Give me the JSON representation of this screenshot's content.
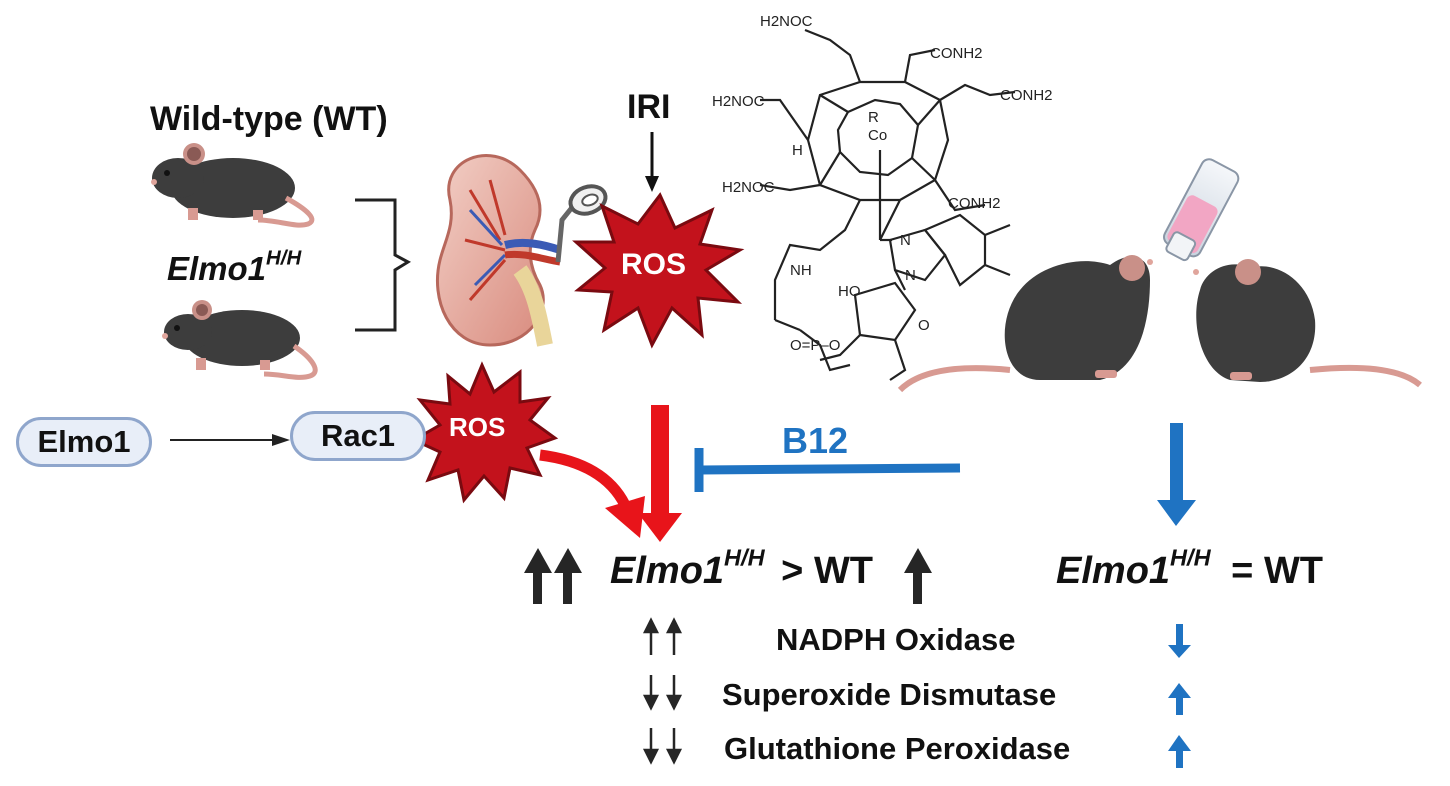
{
  "labels": {
    "wild_type": "Wild-type (WT)",
    "elmo1_name": "Elmo1",
    "hh": "H/H",
    "iri": "IRI",
    "ros_kidney": "ROS",
    "ros_rac": "ROS",
    "b12": "B12",
    "wt": "WT",
    "gt_symbol": ">",
    "eq_symbol": "="
  },
  "pathway": {
    "elmo1": "Elmo1",
    "rac1": "Rac1"
  },
  "enzymes": [
    {
      "name": "NADPH Oxidase",
      "elmo_change": "up",
      "b12_change": "down"
    },
    {
      "name": "Superoxide Dismutase",
      "elmo_change": "down",
      "b12_change": "up"
    },
    {
      "name": "Glutathione Peroxidase",
      "elmo_change": "down",
      "b12_change": "up"
    }
  ],
  "structure_labels": {
    "h2noc_top": "H2NOC",
    "conh2_top": "CONH2",
    "h2noc_left": "H2NOC",
    "conh2_right": "CONH2",
    "h2noc_mid": "H2NOC",
    "conh2_mid": "CONH2",
    "co": "Co",
    "r": "R",
    "n": "N",
    "nh": "NH",
    "ho": "HO",
    "o": "O",
    "p": "O=P–O",
    "h": "H"
  },
  "colors": {
    "red": "#e8141a",
    "ros_fill": "#c3121c",
    "blue": "#1f73c2",
    "dark": "#262626",
    "pill_border": "#8fa6cc",
    "pill_fill": "#e8eef8"
  }
}
